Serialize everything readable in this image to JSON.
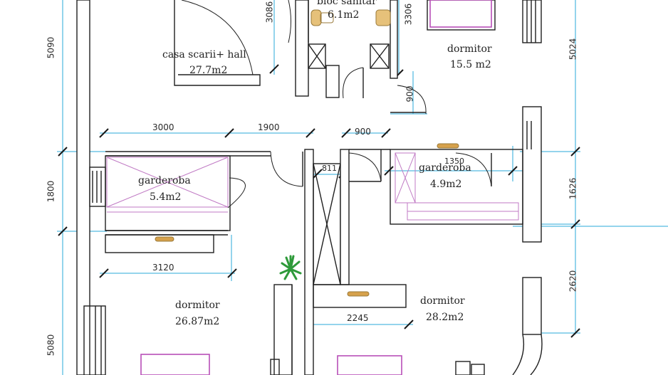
{
  "rooms": {
    "stair_hall": {
      "name": "casa scarii+ hall",
      "area": "27.7m2"
    },
    "bathroom": {
      "name": "bloc sanitar",
      "area": "6.1m2"
    },
    "bedroom_ne": {
      "name": "dormitor",
      "area": "15.5 m2"
    },
    "wardrobe_w": {
      "name": "garderoba",
      "area": "5.4m2"
    },
    "wardrobe_e": {
      "name": "garderoba",
      "area": "4.9m2"
    },
    "bedroom_sw": {
      "name": "dormitor",
      "area": "26.87m2"
    },
    "bedroom_se": {
      "name": "dormitor",
      "area": "28.2m2"
    }
  },
  "dimensions": {
    "left_top": "5090",
    "left_mid": "1800",
    "left_bottom": "5080",
    "right_top": "5024",
    "right_mid": "1626",
    "right_bottom": "2620",
    "top_a": "3086",
    "top_b": "3306",
    "door_ne": "900",
    "row_3000": "3000",
    "row_1900": "1900",
    "row_900": "900",
    "row_811": "811",
    "row_1350": "1350",
    "w_3120": "3120",
    "w_2245": "2245"
  },
  "colors": {
    "dimension_line": "#2aa8d8",
    "wall": "#202020",
    "furniture": "#b84fb8",
    "plant": "#2e9a3a",
    "handle": "#d6a14c"
  }
}
